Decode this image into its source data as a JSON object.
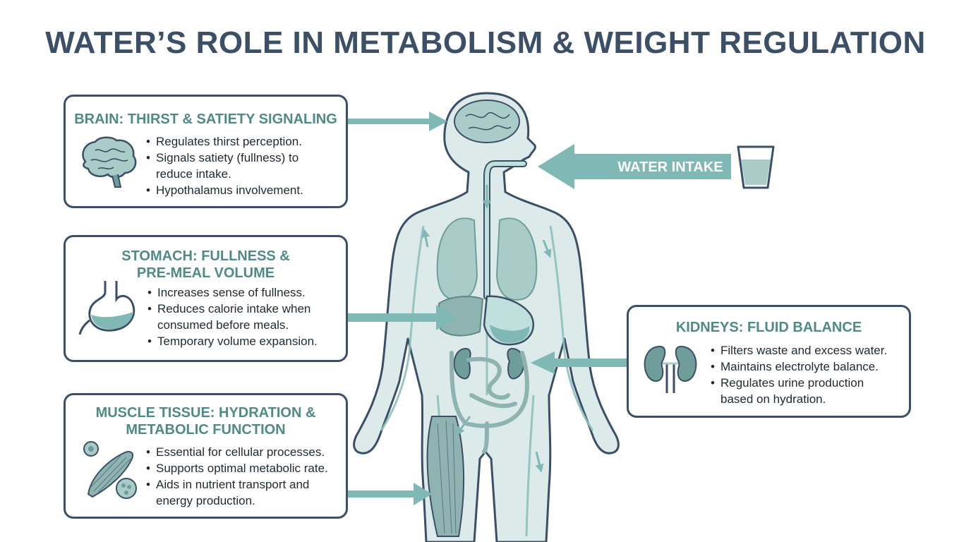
{
  "title": "WATER’S ROLE IN METABOLISM & WEIGHT REGULATION",
  "colors": {
    "outline": "#3b4f66",
    "accent_teal": "#4f8a86",
    "arrow_teal": "#7fb8b4",
    "body_fill": "#dcebea",
    "organ_fill": "#a9ccc9"
  },
  "water_intake": {
    "label": "WATER INTAKE",
    "icon": "water-glass-icon"
  },
  "boxes": {
    "brain": {
      "title_lines": [
        "BRAIN: THIRST & SATIETY SIGNALING"
      ],
      "icon": "brain-icon",
      "bullets": [
        [
          "Regulates thirst perception."
        ],
        [
          "Signals satiety (fullness) to",
          "reduce intake."
        ],
        [
          "Hypothalamus involvement."
        ]
      ]
    },
    "stomach": {
      "title_lines": [
        "STOMACH: FULLNESS &",
        "PRE-MEAL VOLUME"
      ],
      "icon": "stomach-icon",
      "bullets": [
        [
          "Increases sense of fullness."
        ],
        [
          "Reduces calorie intake when",
          "consumed before meals."
        ],
        [
          "Temporary volume expansion."
        ]
      ]
    },
    "muscle": {
      "title_lines": [
        "MUSCLE TISSUE: HYDRATION &",
        "METABOLIC FUNCTION"
      ],
      "icon": "muscle-icon",
      "bullets": [
        [
          "Essential for cellular processes."
        ],
        [
          "Supports optimal metabolic rate."
        ],
        [
          "Aids in nutrient transport and",
          "energy production."
        ]
      ]
    },
    "kidneys": {
      "title_lines": [
        "KIDNEYS: FLUID BALANCE"
      ],
      "icon": "kidneys-icon",
      "bullets": [
        [
          "Filters waste and excess water."
        ],
        [
          "Maintains electrolyte balance."
        ],
        [
          "Regulates urine production",
          "based on hydration."
        ]
      ]
    }
  }
}
